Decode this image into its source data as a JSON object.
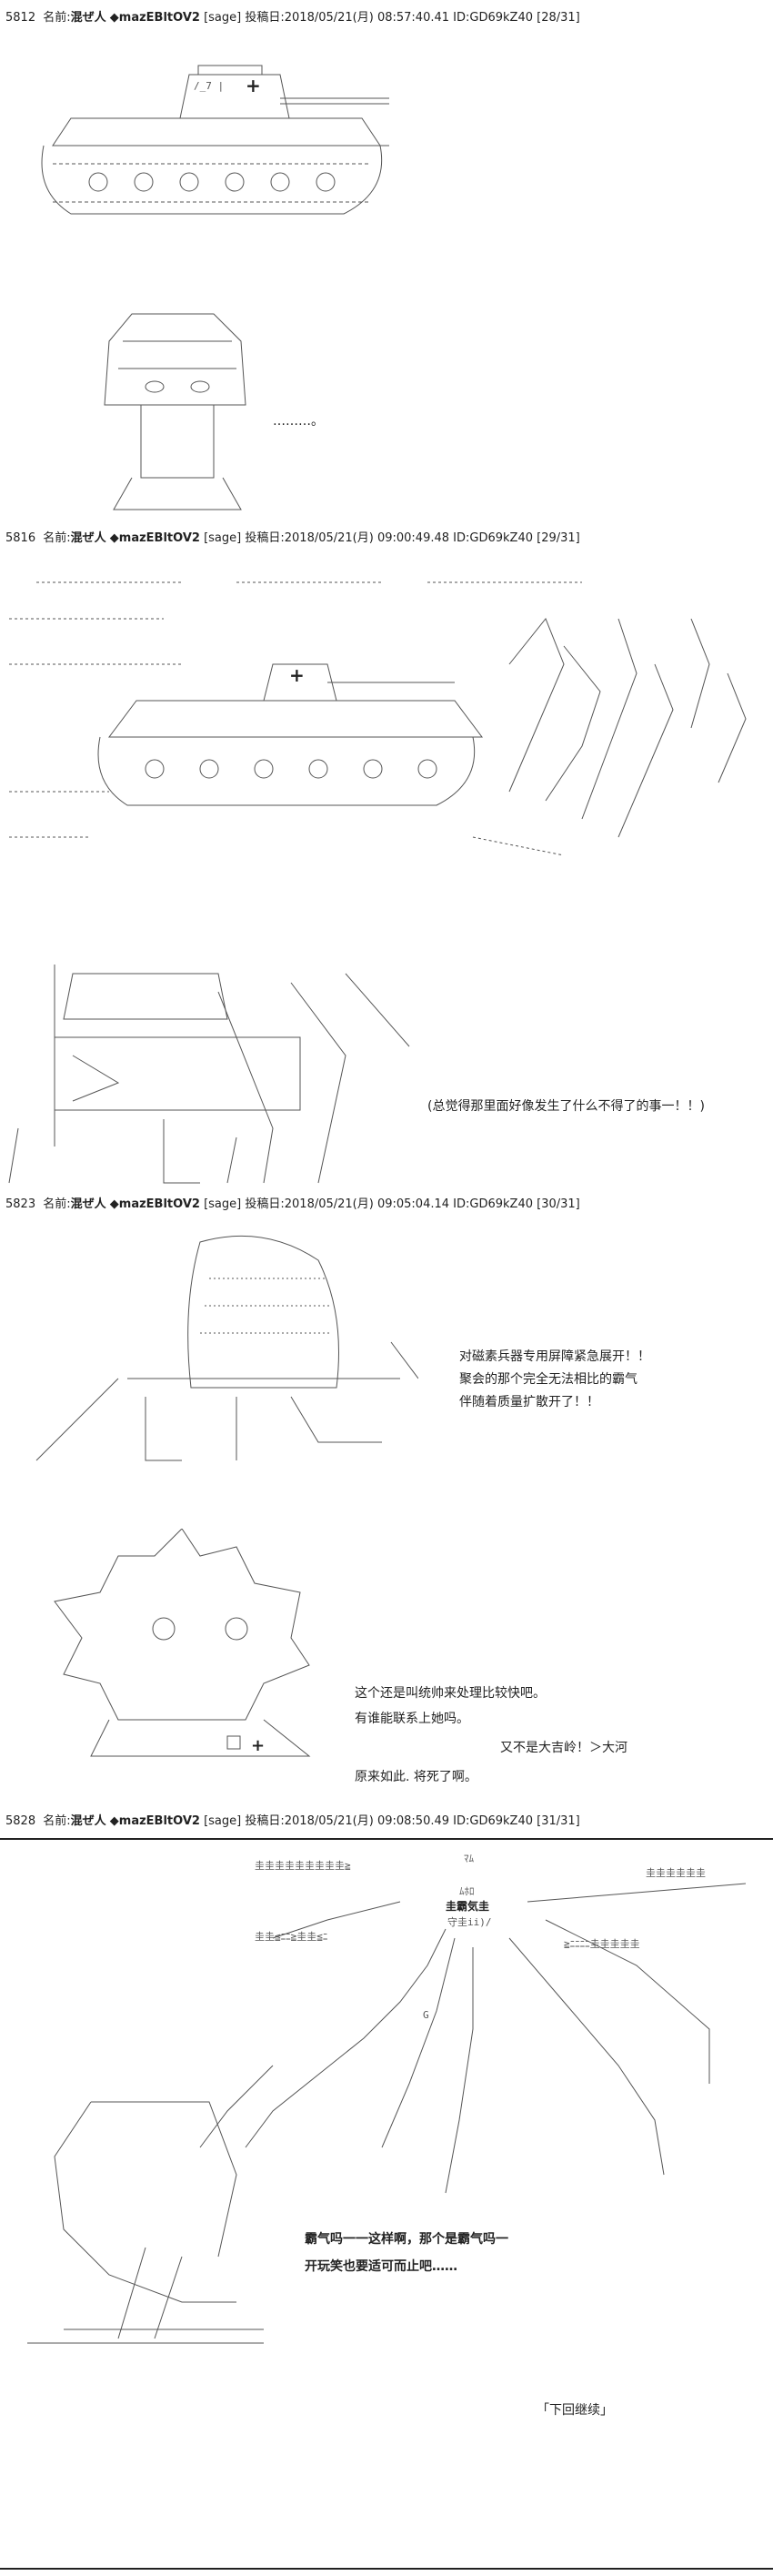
{
  "posts": [
    {
      "num": "5812",
      "name_label": "名前:",
      "author": "混ぜ人",
      "trip": "◆mazEBltOV2",
      "sage": "[sage]",
      "posted_label": "投稿日:",
      "datetime": "2018/05/21(月) 08:57:40.41",
      "id": "ID:GD69kZ40",
      "page": "[28/31]"
    },
    {
      "num": "5816",
      "name_label": "名前:",
      "author": "混ぜ人",
      "trip": "◆mazEBltOV2",
      "sage": "[sage]",
      "posted_label": "投稿日:",
      "datetime": "2018/05/21(月) 09:00:49.48",
      "id": "ID:GD69kZ40",
      "page": "[29/31]"
    },
    {
      "num": "5823",
      "name_label": "名前:",
      "author": "混ぜ人",
      "trip": "◆mazEBltOV2",
      "sage": "[sage]",
      "posted_label": "投稿日:",
      "datetime": "2018/05/21(月) 09:05:04.14",
      "id": "ID:GD69kZ40",
      "page": "[30/31]"
    },
    {
      "num": "5828",
      "name_label": "名前:",
      "author": "混ぜ人",
      "trip": "◆mazEBltOV2",
      "sage": "[sage]",
      "posted_label": "投稿日:",
      "datetime": "2018/05/21(月) 09:08:50.49",
      "id": "ID:GD69kZ40",
      "page": "[31/31]"
    }
  ],
  "dialogue": {
    "ellipsis": "………。",
    "bad_feeling": "(总觉得那里面好像发生了什么不得了的事一！！)",
    "barrier_1": "对磁素兵器专用屏障紧急展开！！",
    "barrier_2": "聚会的那个完全无法相比的霸气",
    "barrier_3": "伴随着质量扩散开了！！",
    "leave_1": "这个还是叫统帅来处理比较快吧。",
    "leave_2": "有谁能联系上她吗。",
    "leave_3": "又不是大吉岭！＞大河",
    "leave_4": "原来如此. 将死了啊。",
    "haki_1": "霸气吗一一这样啊，那个是霸气吗一",
    "haki_2": "开玩笑也要适可而止吧……",
    "to_be_continued": "「下回继续」"
  },
  "art_text": {
    "sign_top": "ﾏﾑ",
    "sign_mid1": "ﾑﾎﾛ",
    "sign_mid2": "圭霸気圭",
    "sign_mid3": "守圭ii)/",
    "tank_cross": "+",
    "small_cross": "+",
    "tank_tag": "/_7 |",
    "g_mark": "G",
    "kanji_row_left": "圭圭圭圭圭圭圭圭圭≧",
    "kanji_row_right": "圭圭圭圭圭圭",
    "kanji_row_left2": "圭圭≦ﾆﾆ≧圭圭≦ﾆ",
    "kanji_row_right2": "≧ﾆﾆﾆﾆ圭圭圭圭圭"
  }
}
